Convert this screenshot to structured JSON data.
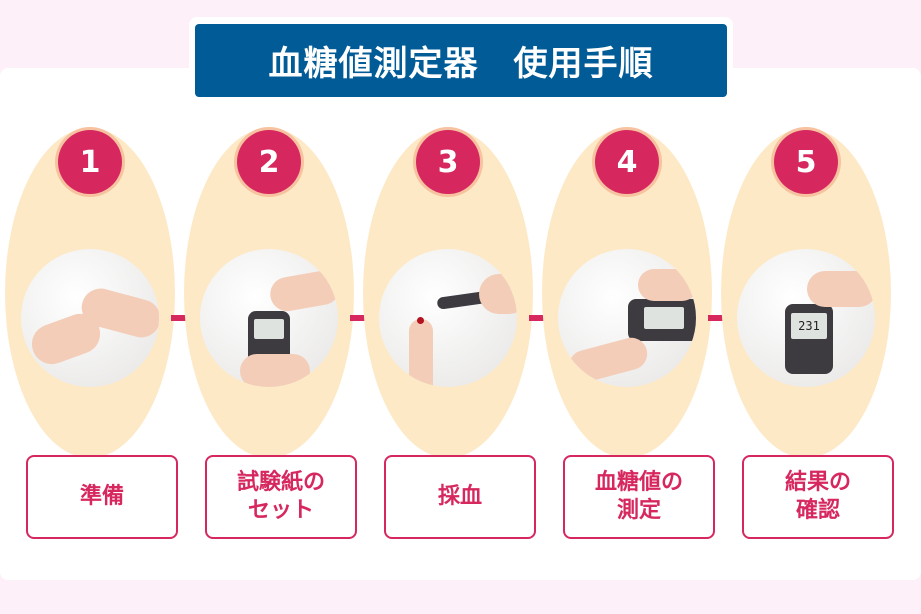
{
  "title": "血糖値測定器　使用手順",
  "steps": [
    {
      "number": "1",
      "label_lines": [
        "準備"
      ],
      "photo": "hands-preparing"
    },
    {
      "number": "2",
      "label_lines": [
        "試験紙の",
        "セット"
      ],
      "photo": "inserting-test-strip"
    },
    {
      "number": "3",
      "label_lines": [
        "採血"
      ],
      "photo": "lancing-finger"
    },
    {
      "number": "4",
      "label_lines": [
        "血糖値の",
        "測定"
      ],
      "photo": "applying-blood"
    },
    {
      "number": "5",
      "label_lines": [
        "結果の",
        "確認"
      ],
      "photo": "checking-result",
      "meter_reading": "231"
    }
  ],
  "colors": {
    "accent": "#d6285f",
    "title_bg": "#005b96",
    "ellipse": "#fde9c6",
    "background": "#fdf0f8"
  }
}
